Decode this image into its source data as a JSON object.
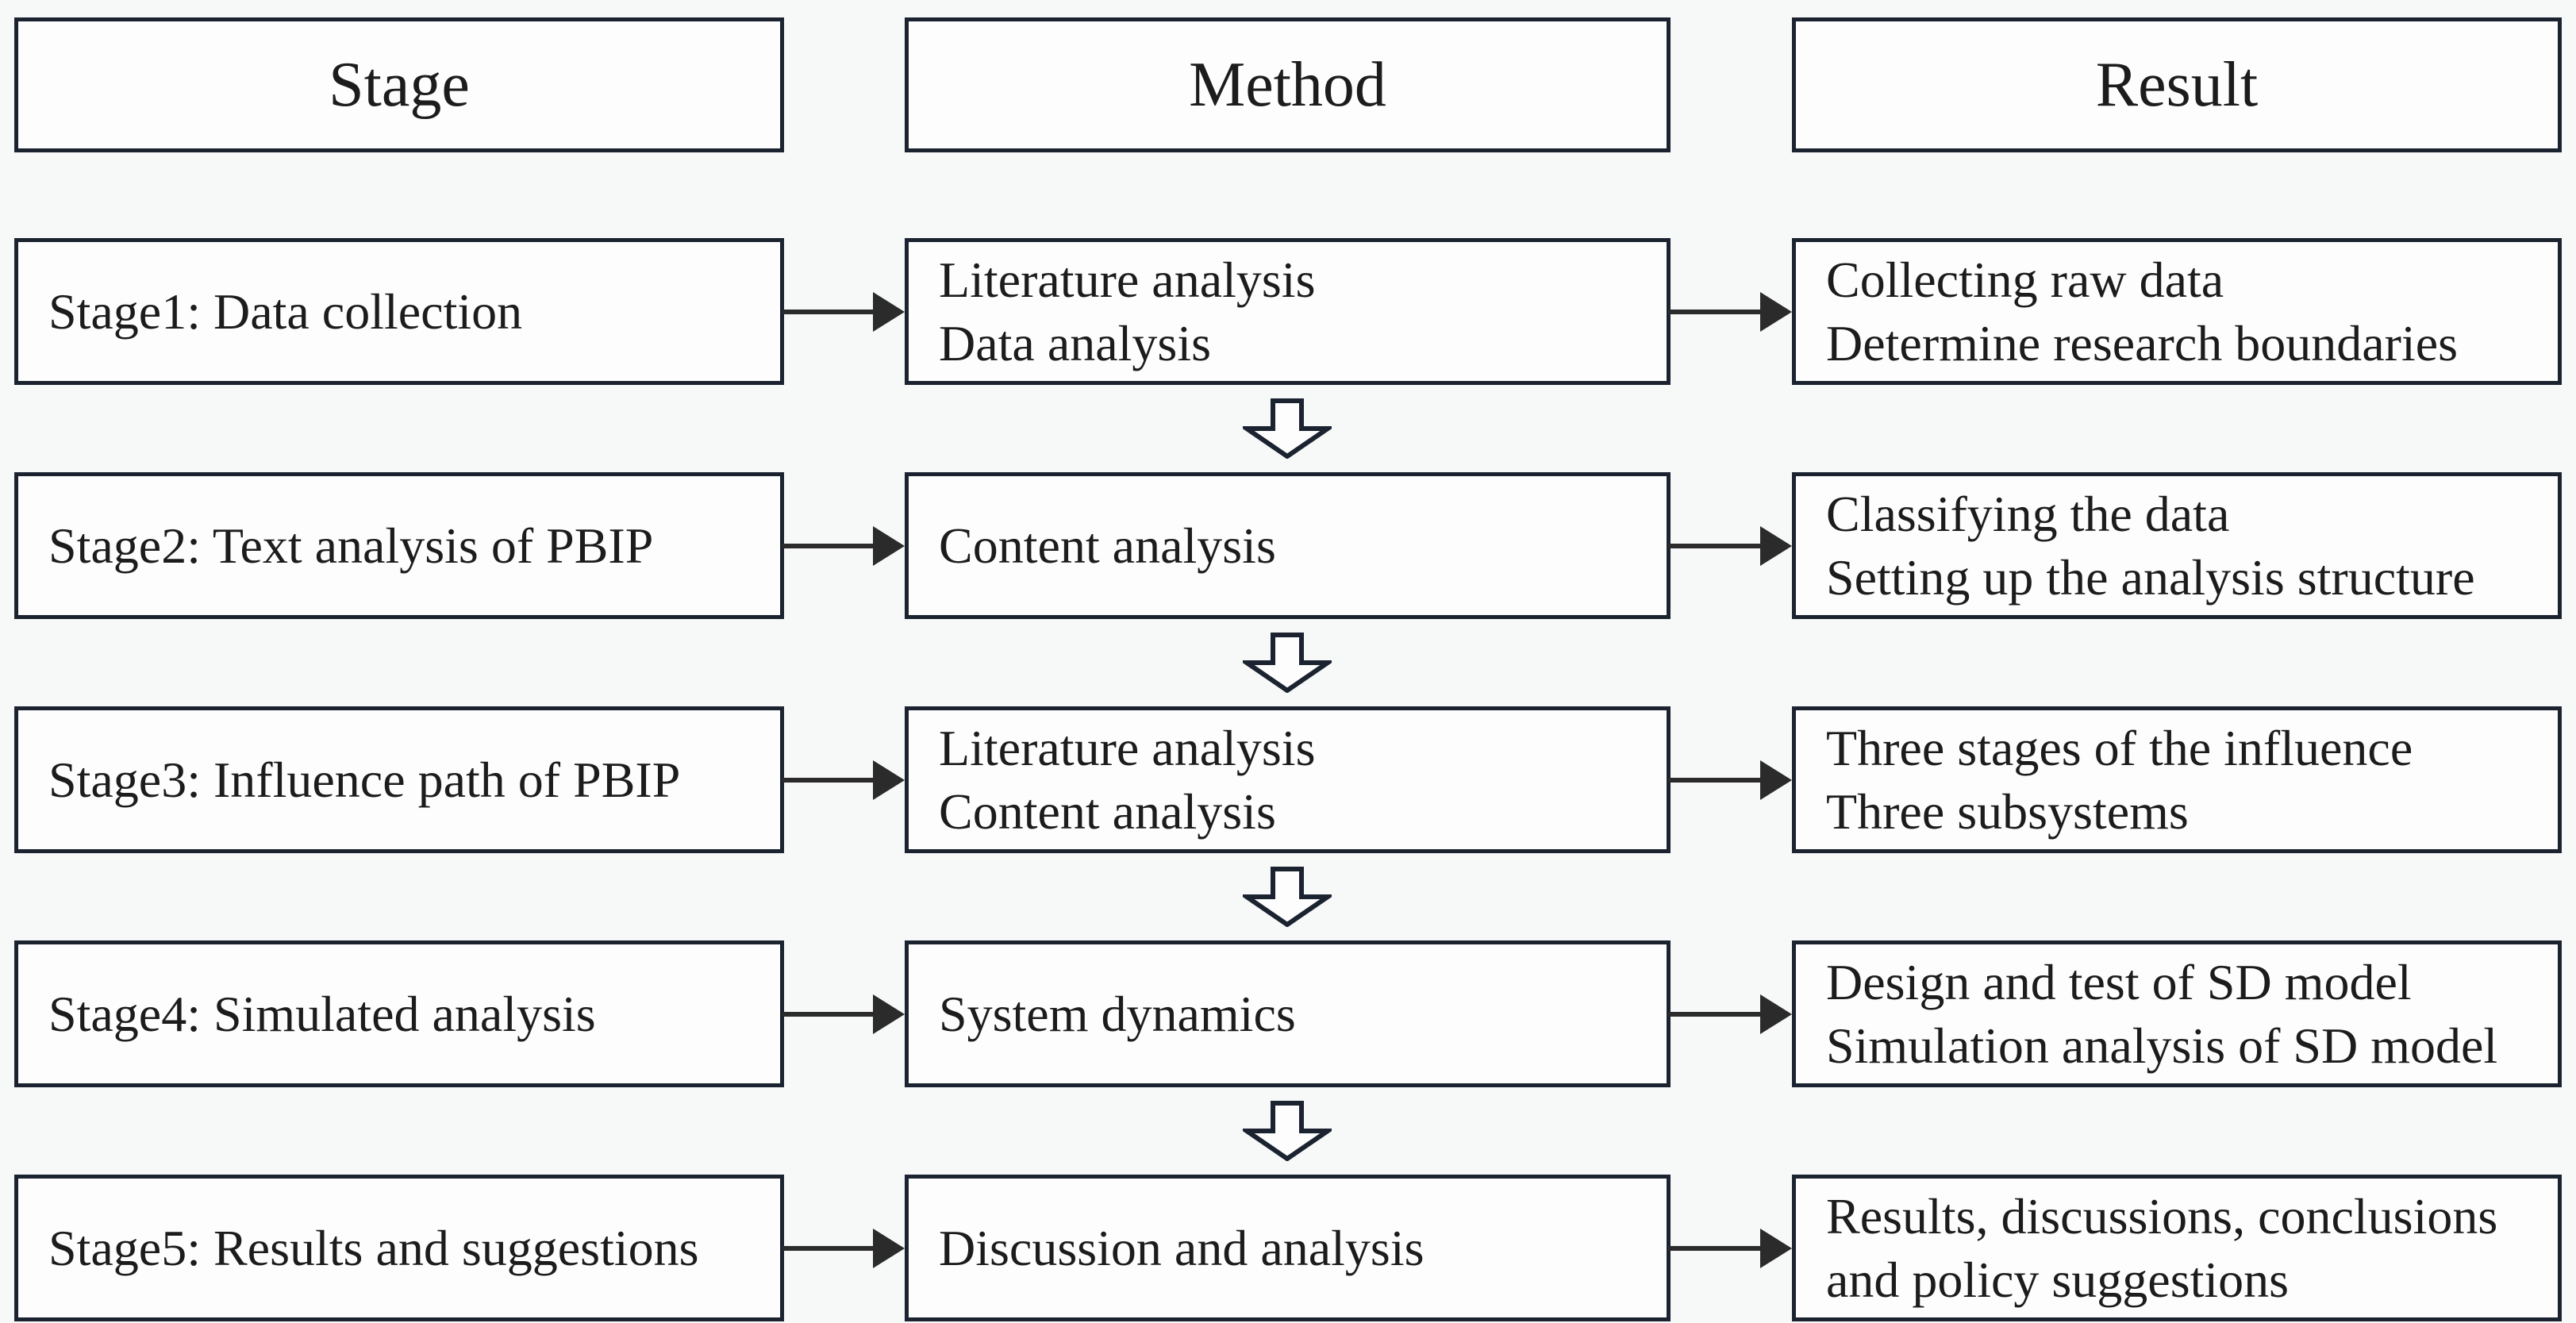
{
  "headers": {
    "stage": "Stage",
    "method": "Method",
    "result": "Result"
  },
  "rows": [
    {
      "stage": "Stage1: Data collection",
      "method_lines": [
        "Literature analysis",
        "Data analysis"
      ],
      "result_lines": [
        "Collecting raw data",
        "Determine research boundaries"
      ]
    },
    {
      "stage": "Stage2: Text analysis of PBIP",
      "method_lines": [
        "Content analysis"
      ],
      "result_lines": [
        "Classifying the data",
        "Setting up the analysis structure"
      ]
    },
    {
      "stage": "Stage3: Influence path of PBIP",
      "method_lines": [
        "Literature analysis",
        "Content analysis"
      ],
      "result_lines": [
        "Three stages of the influence",
        "Three subsystems"
      ]
    },
    {
      "stage": "Stage4: Simulated analysis",
      "method_lines": [
        "System dynamics"
      ],
      "result_lines": [
        "Design and test of SD model",
        "Simulation analysis of SD model"
      ]
    },
    {
      "stage": "Stage5: Results and suggestions",
      "method_lines": [
        "Discussion and analysis"
      ],
      "result_lines": [
        "Results, discussions, conclusions",
        "and policy suggestions"
      ]
    }
  ],
  "colors": {
    "border": "#1b2330",
    "arrow_fill": "#2b2b2b",
    "box_background": "#fdfdfd",
    "page_background": "#f7f8f8",
    "text": "#1c1c1c"
  }
}
